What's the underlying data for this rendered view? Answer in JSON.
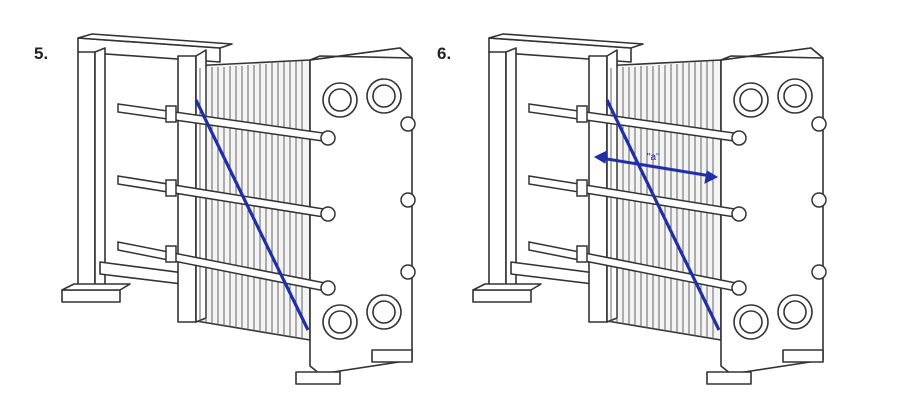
{
  "figures": [
    {
      "step": "5.",
      "diagonal_color": "#1f2fa8"
    },
    {
      "step": "6.",
      "diagonal_color": "#1f2fa8",
      "dimension_text": "\"a\""
    }
  ],
  "colors": {
    "line": "#333333",
    "frame": "#ffffff",
    "accent": "#1f2fa8"
  }
}
